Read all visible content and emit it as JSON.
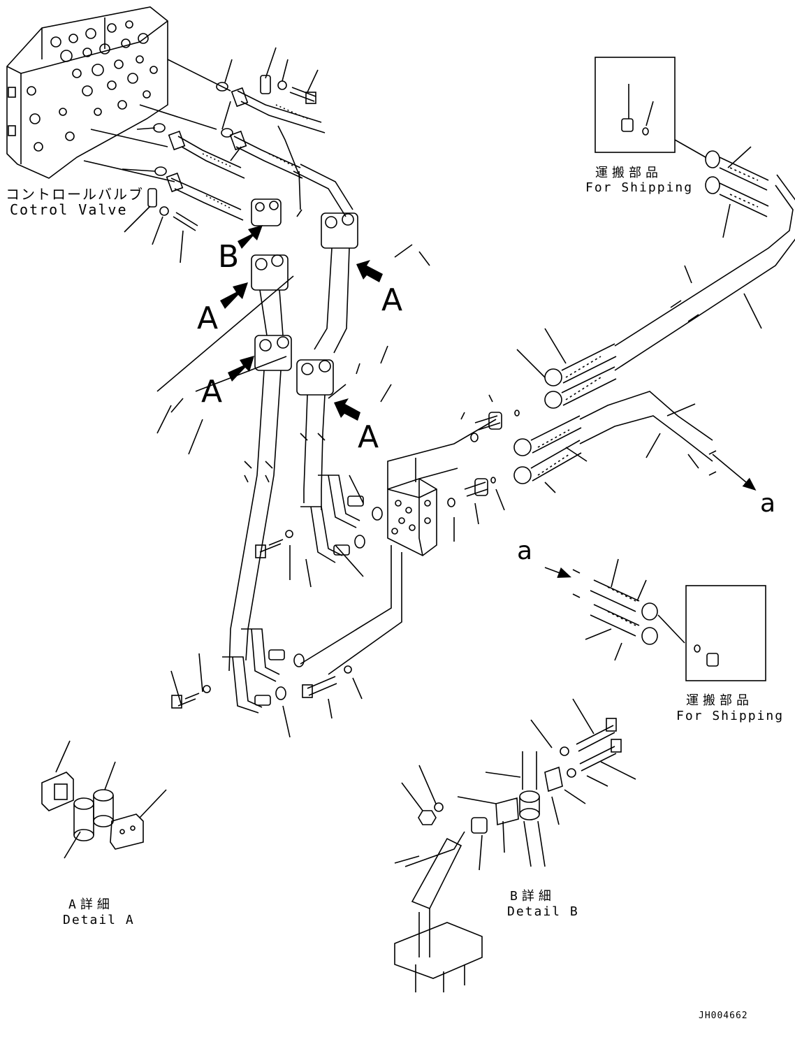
{
  "labels": {
    "control_valve_jp": "コントロールバルブ",
    "control_valve_en": "Cotrol Valve",
    "shipping_top_jp": "運搬部品",
    "shipping_top_en": "For Shipping",
    "shipping_right_jp": "運搬部品",
    "shipping_right_en": "For Shipping",
    "detail_a_jp": "A詳細",
    "detail_a_en": "Detail A",
    "detail_b_jp": "B詳細",
    "detail_b_en": "Detail B",
    "drawing_code": "JH004662"
  },
  "markers": {
    "b": "B",
    "a_left_upper": "A",
    "a_left_lower": "A",
    "a_right_upper": "A",
    "a_right_lower": "A",
    "a_arrow_out": "a",
    "a_arrow_in": "a"
  },
  "colors": {
    "line": "#000000",
    "background": "#ffffff"
  }
}
